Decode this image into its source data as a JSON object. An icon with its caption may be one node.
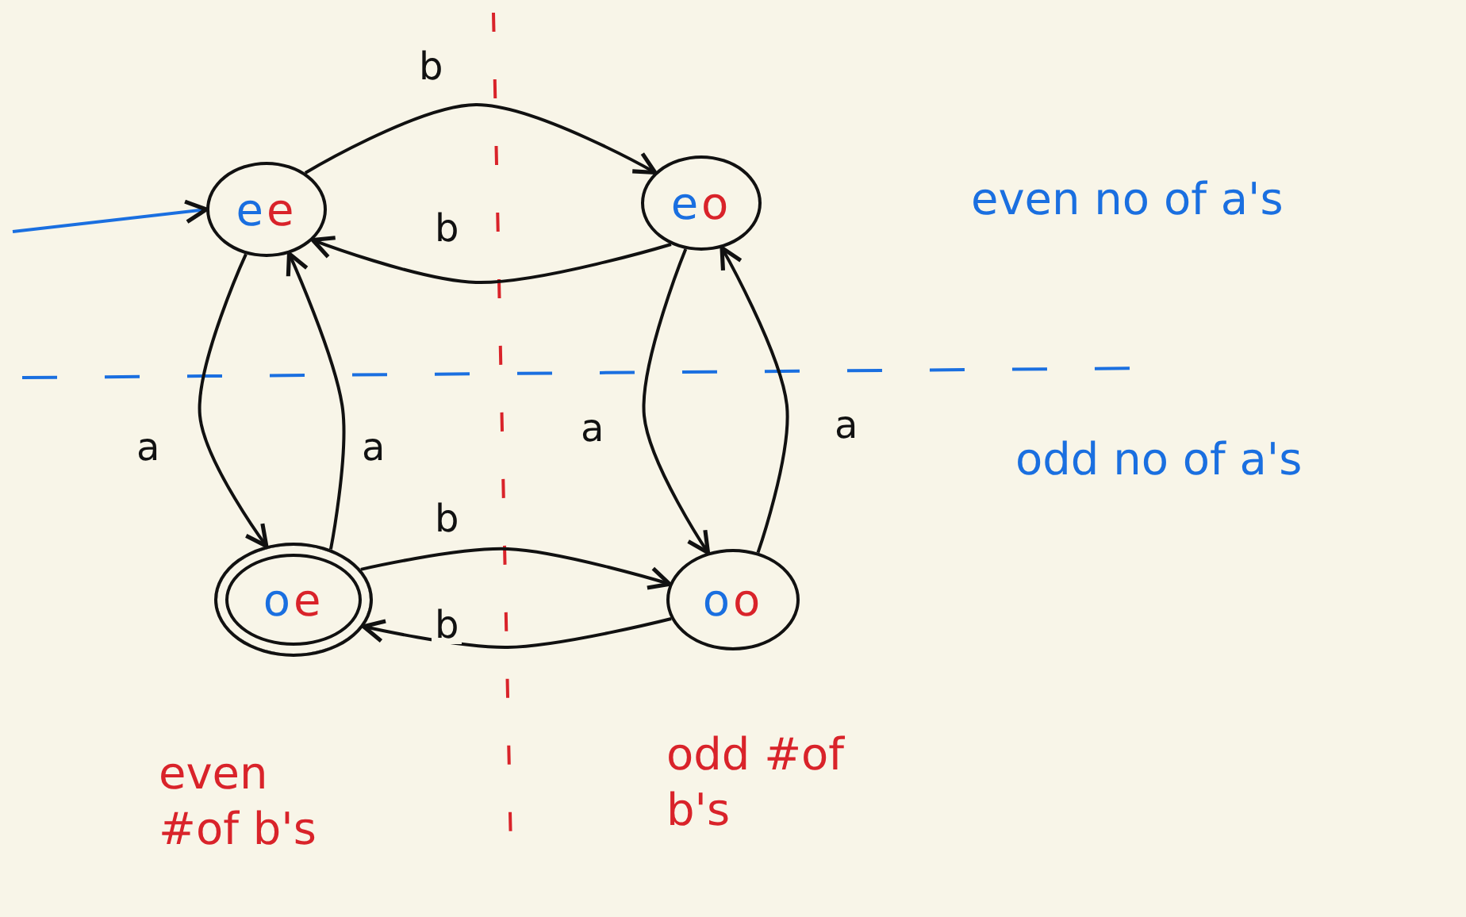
{
  "diagram": {
    "nodes": [
      {
        "text": [
          "ee"
        ]
      },
      {
        "text": [
          "eo"
        ]
      },
      {
        "text": [
          "oe"
        ]
      },
      {
        "text": [
          "oo"
        ]
      }
    ],
    "edges": [
      {
        "from": 0,
        "to": 1,
        "arrow": "to",
        "label": "b"
      },
      {
        "from": 1,
        "to": 0,
        "arrow": "to",
        "label": "b"
      },
      {
        "from": 0,
        "to": 2,
        "arrow": "to",
        "label": "a"
      },
      {
        "from": 2,
        "to": 0,
        "arrow": "to",
        "label": "a"
      },
      {
        "from": 1,
        "to": 3,
        "arrow": "to",
        "label": "a"
      },
      {
        "from": 3,
        "to": 1,
        "arrow": "to",
        "label": "a"
      },
      {
        "from": 2,
        "to": 3,
        "arrow": "to",
        "label": "b"
      },
      {
        "from": 3,
        "to": 2,
        "arrow": "to",
        "label": "b"
      },
      {
        "from": null,
        "to": 0,
        "arrow": "to",
        "color": "#1a6fe0"
      }
    ],
    "labels": [
      "even no of a's",
      "odd no of a's",
      "even #of b's",
      "odd #of b's"
    ]
  }
}
